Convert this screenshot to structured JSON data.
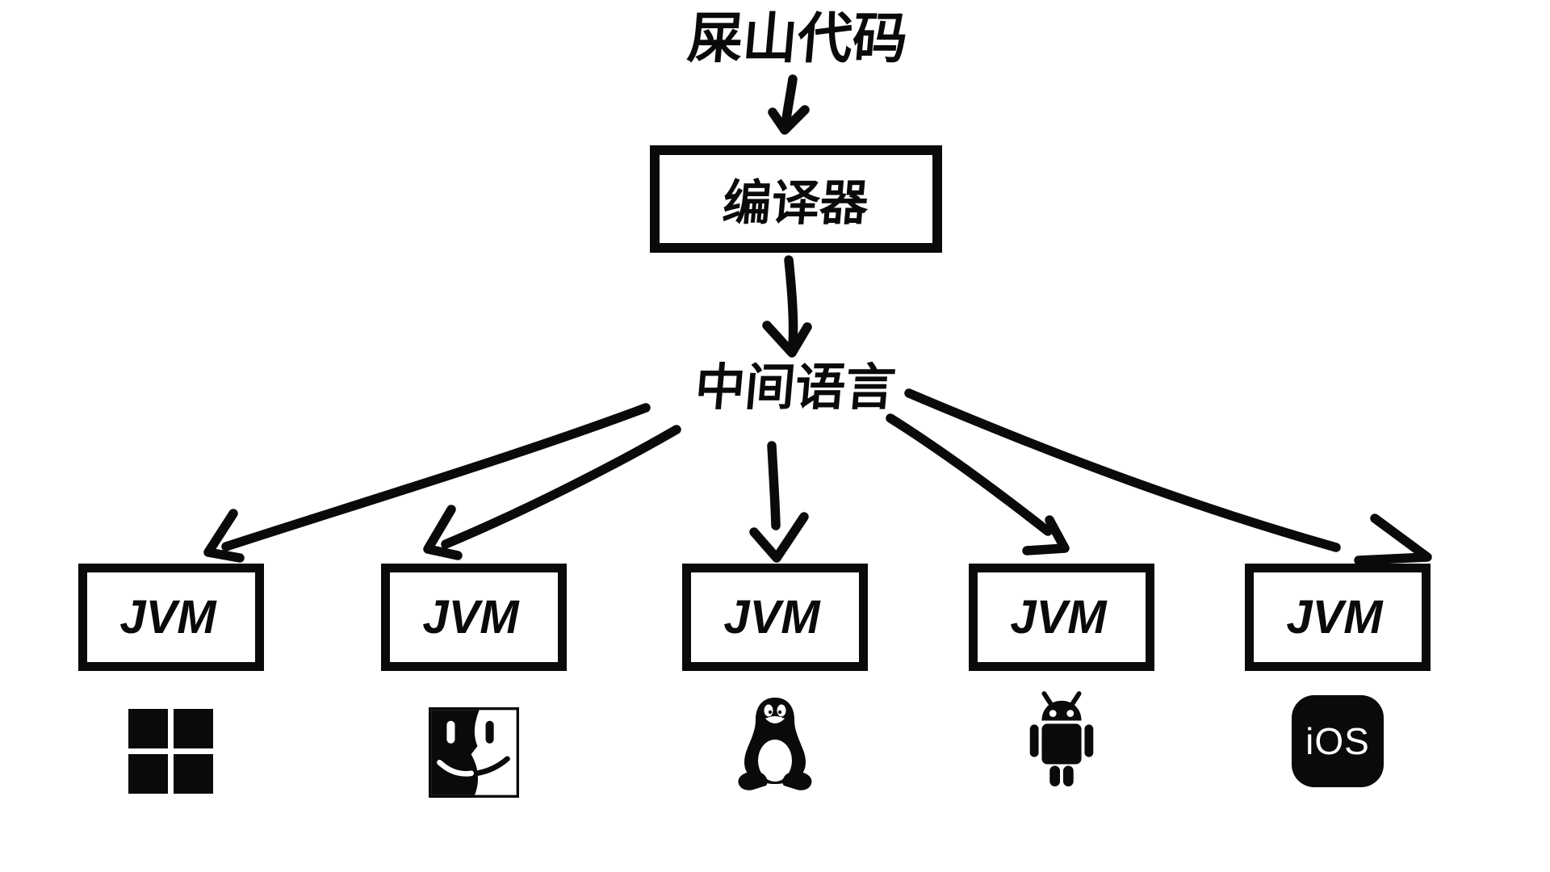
{
  "diagram": {
    "title": "屎山代码",
    "compiler": "编译器",
    "intermediate": "中间语言",
    "vm_label": "JVM",
    "ios_label": "iOS",
    "icons": [
      {
        "icon": "windows-logo-icon"
      },
      {
        "icon": "macos-finder-icon"
      },
      {
        "icon": "linux-tux-icon"
      },
      {
        "icon": "android-robot-icon"
      },
      {
        "icon": "ios-badge-icon"
      }
    ],
    "colors": {
      "ink": "#0a0a0a",
      "background": "#ffffff"
    }
  }
}
